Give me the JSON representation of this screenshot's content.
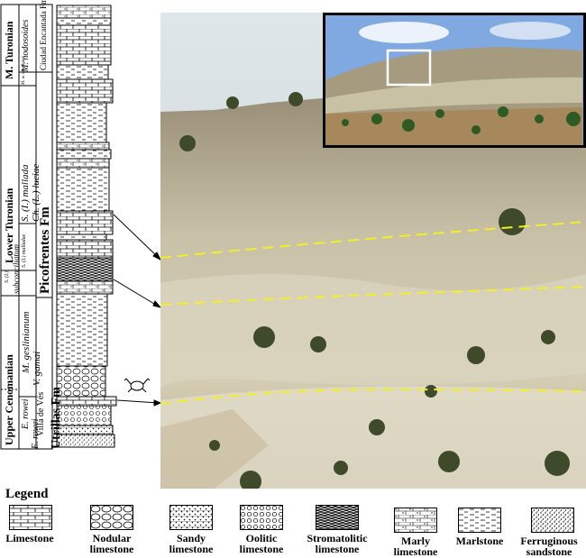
{
  "column": {
    "stages": [
      "M. Turonian",
      "Lower Turonian",
      "Upper Cenomanian"
    ],
    "formations": [
      "Ciudad Encantada Fm",
      "Picofrentes Fm",
      "Utrillas Fm"
    ],
    "member": "Villa de Vés",
    "zones": {
      "nodosoides": "M. nodosoides",
      "woollgari": "M. w. woollgari",
      "mallada": "S. (I.) mallada",
      "luciae": "Ch. (L.) luciae",
      "malladae_small": "S. (I.) malladae",
      "subconciliatum_a": "S. (I.)",
      "subconciliatum_b": "subconciliatum",
      "geslinianum": "M. geslinianum",
      "gamai": "V. gamai",
      "rowei1": "E. rowei",
      "rowei2": "E. rowei"
    }
  },
  "legend": {
    "title": "Legend",
    "items": [
      {
        "label": "Limestone",
        "pattern": "brick"
      },
      {
        "label": "Nodular limestone",
        "pattern": "nodular"
      },
      {
        "label": "Sandy limestone",
        "pattern": "sandy"
      },
      {
        "label": "Oolitic limestone",
        "pattern": "oolitic"
      },
      {
        "label": "Stromatolitic limestone",
        "pattern": "strom"
      },
      {
        "label": "Marly limestone",
        "pattern": "marlylime"
      },
      {
        "label": "Marlstone",
        "pattern": "marl"
      },
      {
        "label": "Ferruginous sandstone",
        "pattern": "ferr"
      }
    ]
  },
  "colors": {
    "marker_line": "#f3ee2a",
    "frame": "#000000",
    "sky": "#7fa9e0"
  }
}
